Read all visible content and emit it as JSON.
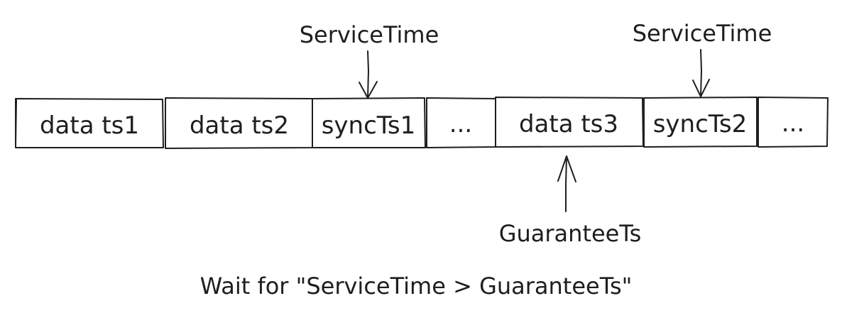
{
  "cells": [
    {
      "label": "data ts1"
    },
    {
      "label": "data ts2"
    },
    {
      "label": "syncTs1"
    },
    {
      "label": "..."
    },
    {
      "label": "data ts3"
    },
    {
      "label": "syncTs2"
    },
    {
      "label": "..."
    }
  ],
  "markers": {
    "service_time_1": "ServiceTime",
    "service_time_2": "ServiceTime",
    "guarantee_ts": "GuaranteeTs"
  },
  "caption": "Wait for \"ServiceTime > GuaranteeTs\""
}
